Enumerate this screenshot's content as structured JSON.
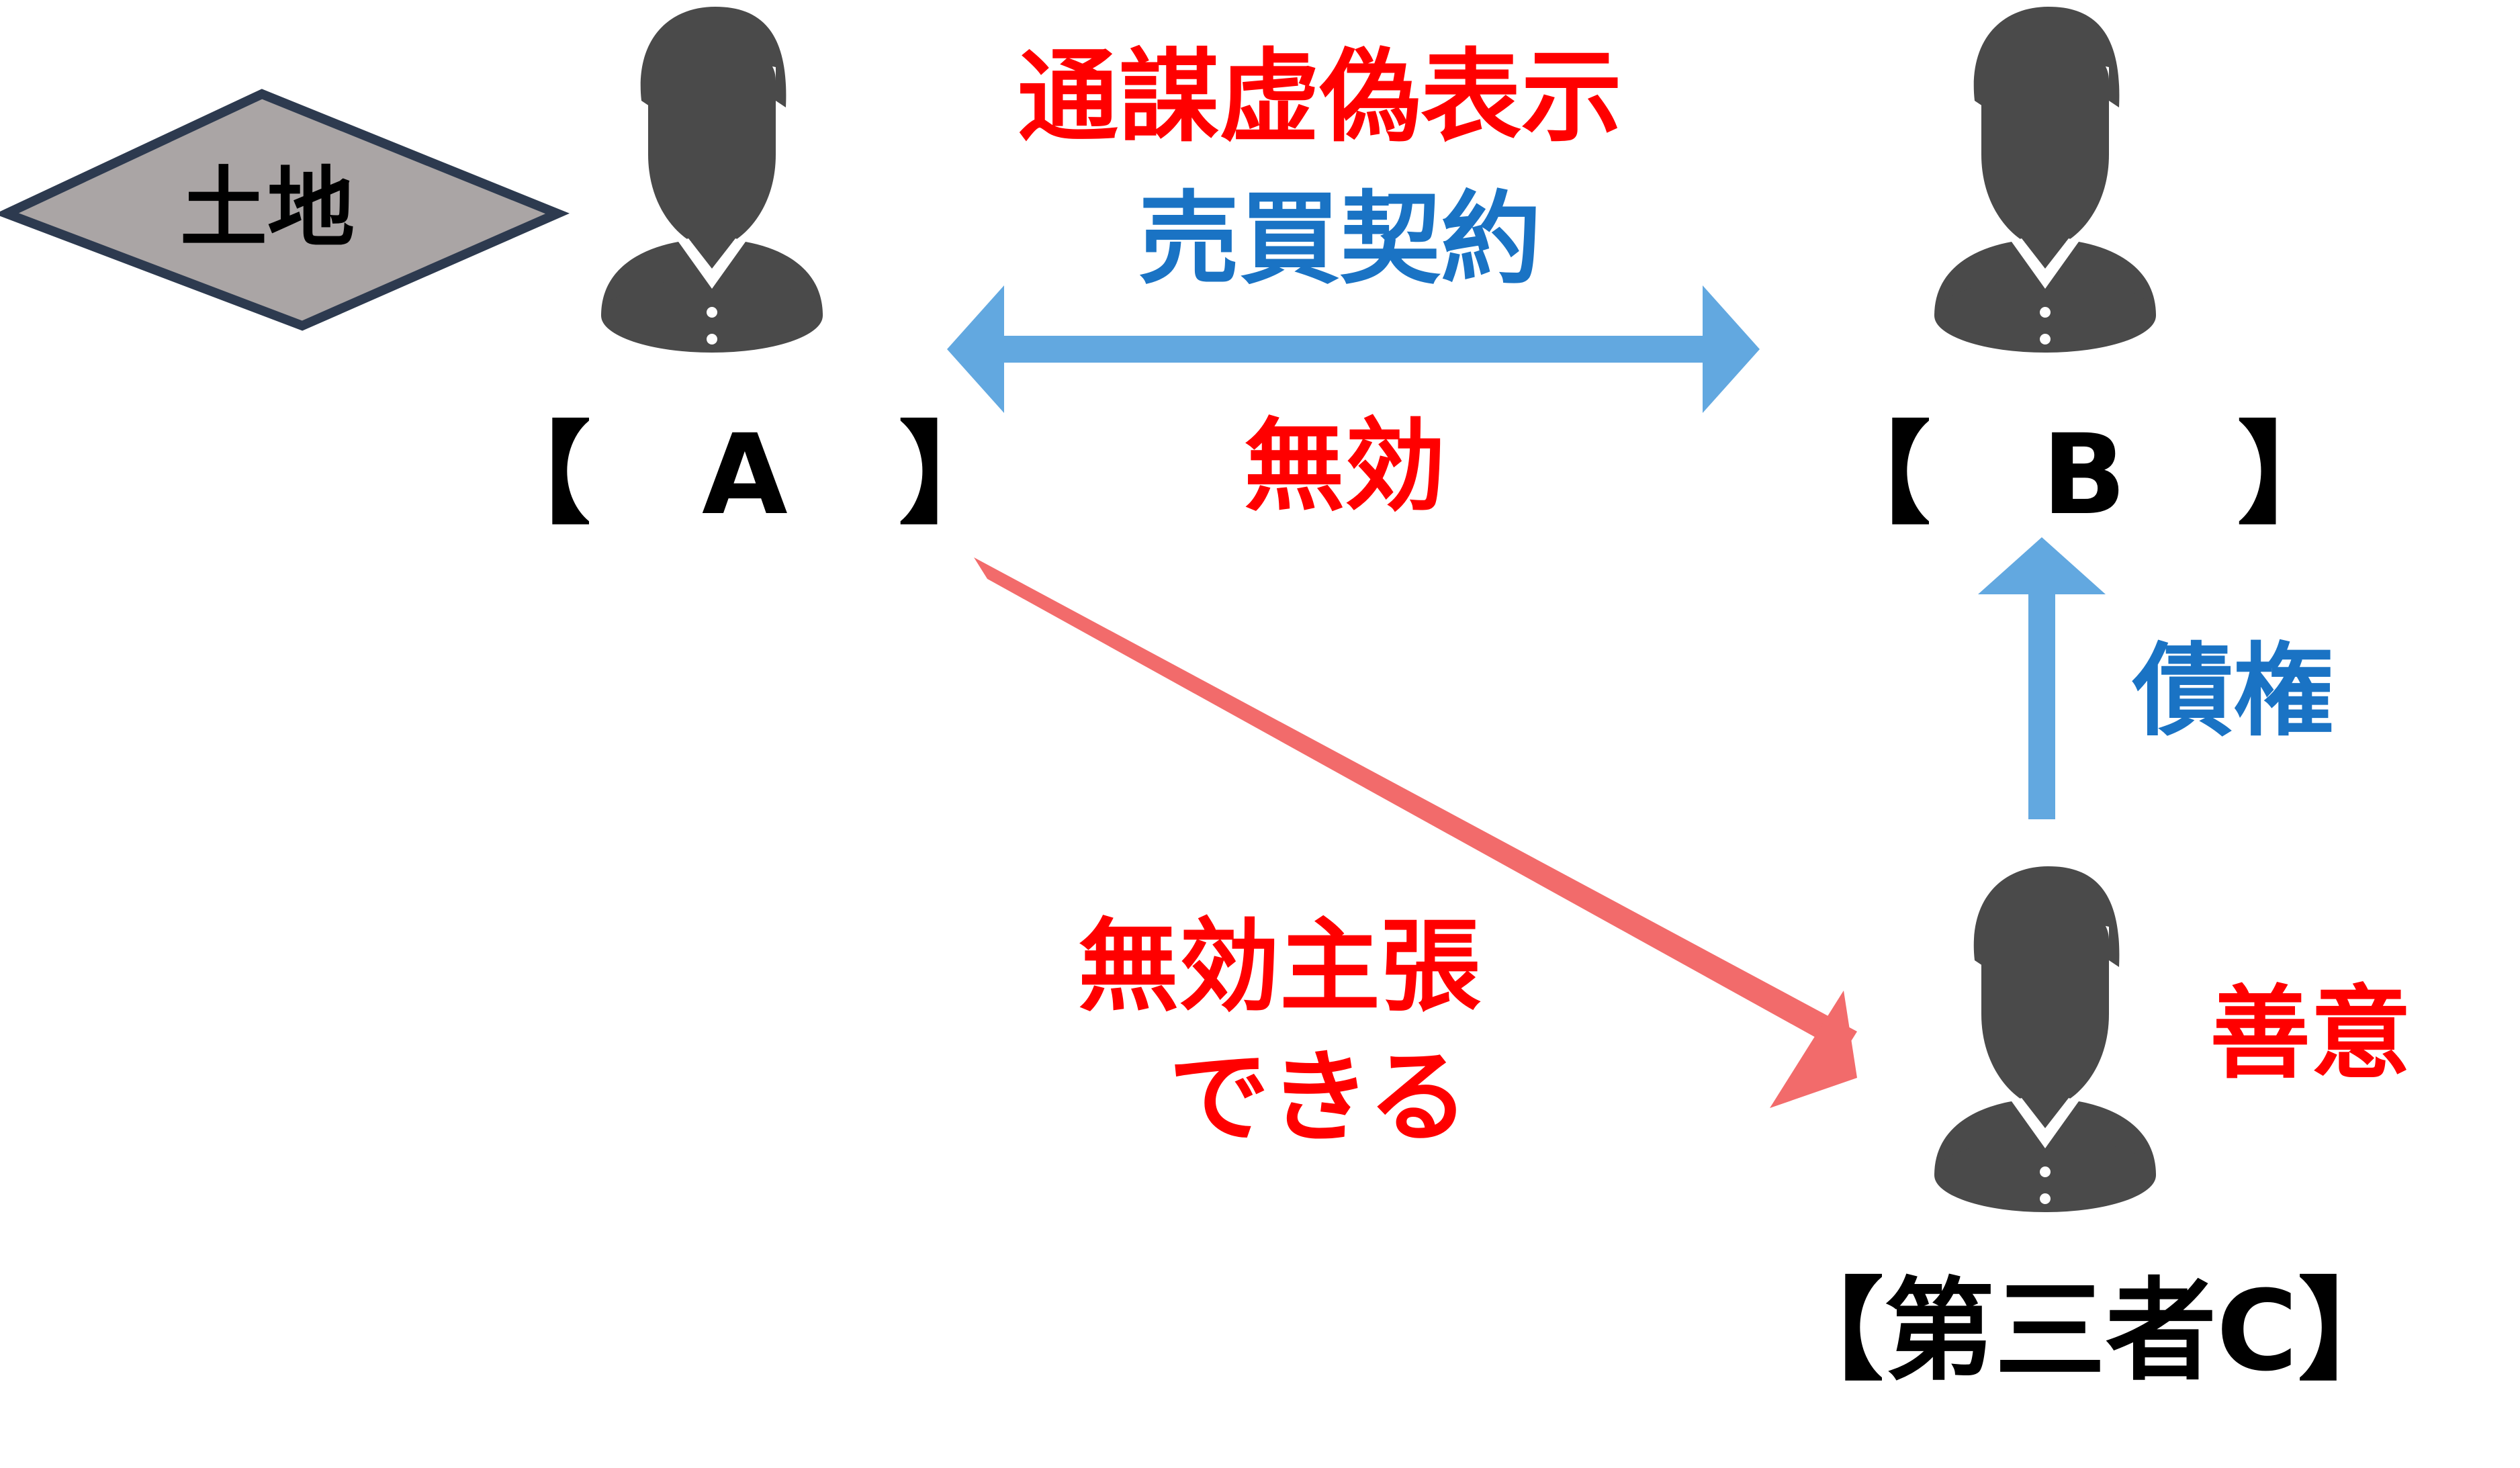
{
  "labels": {
    "title": "通謀虚偽表示",
    "contract": "売買契約",
    "invalid": "無効",
    "claim_line1": "無効主張",
    "claim_line2": "できる",
    "creditor": "債権",
    "good_faith": "善意",
    "land": "土地"
  },
  "people": {
    "a": "【　A　】",
    "b": "【　B　】",
    "c": "【第三者C】"
  },
  "colors": {
    "text_red": "#ff0000",
    "text_blue": "#1a73c4",
    "arrow_blue": "#62a8e0",
    "arrow_red": "#f26b6b",
    "person_fill": "#4a4a4a",
    "land_fill": "#aaa5a5",
    "land_stroke": "#2d3a4f"
  },
  "icons": {
    "person": "businessman-icon",
    "land": "land-diamond-icon"
  }
}
